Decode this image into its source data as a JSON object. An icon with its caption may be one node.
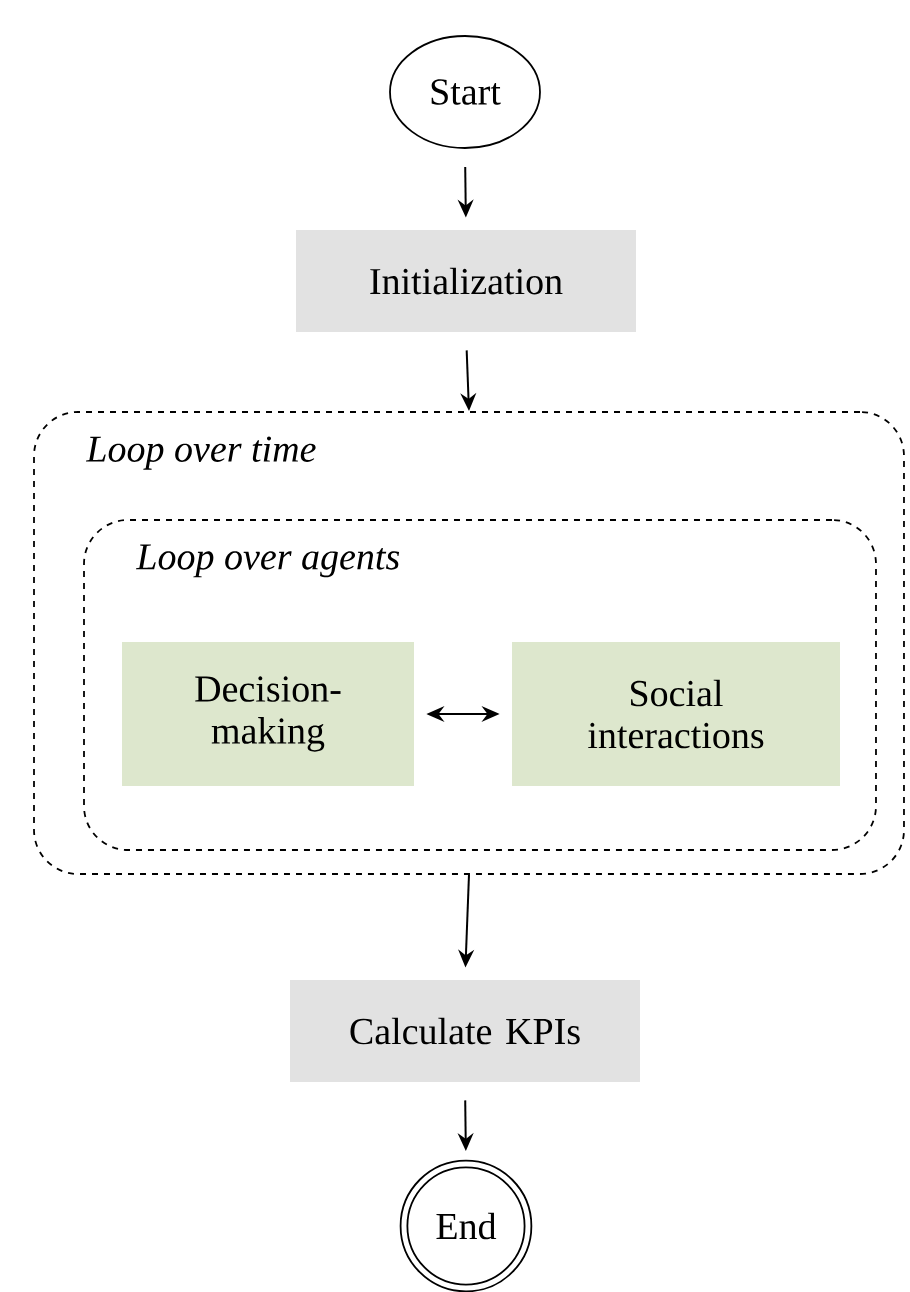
{
  "diagram": {
    "nodes": [
      {
        "text": [
          "Start"
        ]
      },
      {
        "text": [
          "Initialization"
        ]
      },
      {
        "text": [
          "Loop over time"
        ]
      },
      {
        "text": [
          "Loop over agents"
        ],
        "in": 2
      },
      {
        "text": [
          "Decision-making"
        ],
        "in": 3
      },
      {
        "text": [
          "Social interactions"
        ],
        "in": 3
      },
      {
        "text": [
          "Calculate KPIs"
        ]
      },
      {
        "text": [
          "End"
        ]
      }
    ],
    "edges": [
      {
        "from": 0,
        "to": 1,
        "arrow": "to"
      },
      {
        "from": 1,
        "to": 2,
        "arrow": "to"
      },
      {
        "from": 4,
        "to": 5,
        "arrow": "both"
      },
      {
        "from": 2,
        "to": 6,
        "arrow": "to"
      },
      {
        "from": 6,
        "to": 7,
        "arrow": "to"
      }
    ]
  }
}
